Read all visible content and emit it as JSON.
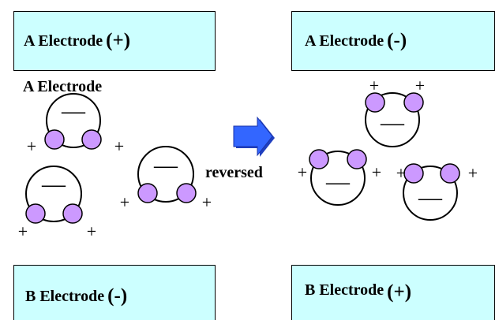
{
  "boxes": {
    "top_left": {
      "text": "A Electrode",
      "sign": "(+)"
    },
    "top_right": {
      "text": "A Electrode",
      "sign": "(-)"
    },
    "bottom_left": {
      "text": "B Electrode",
      "sign": "(-)"
    },
    "bottom_right": {
      "text": "B Electrode",
      "sign": "(+)"
    }
  },
  "labels": {
    "a_electrode": "A Electrode",
    "reversed": "reversed"
  },
  "charges": {
    "negative": "—",
    "positive": "+"
  },
  "colors": {
    "box_fill": "#ccffff",
    "ion_fill": "#cc99ff",
    "arrow_fill": "#3366ff"
  }
}
